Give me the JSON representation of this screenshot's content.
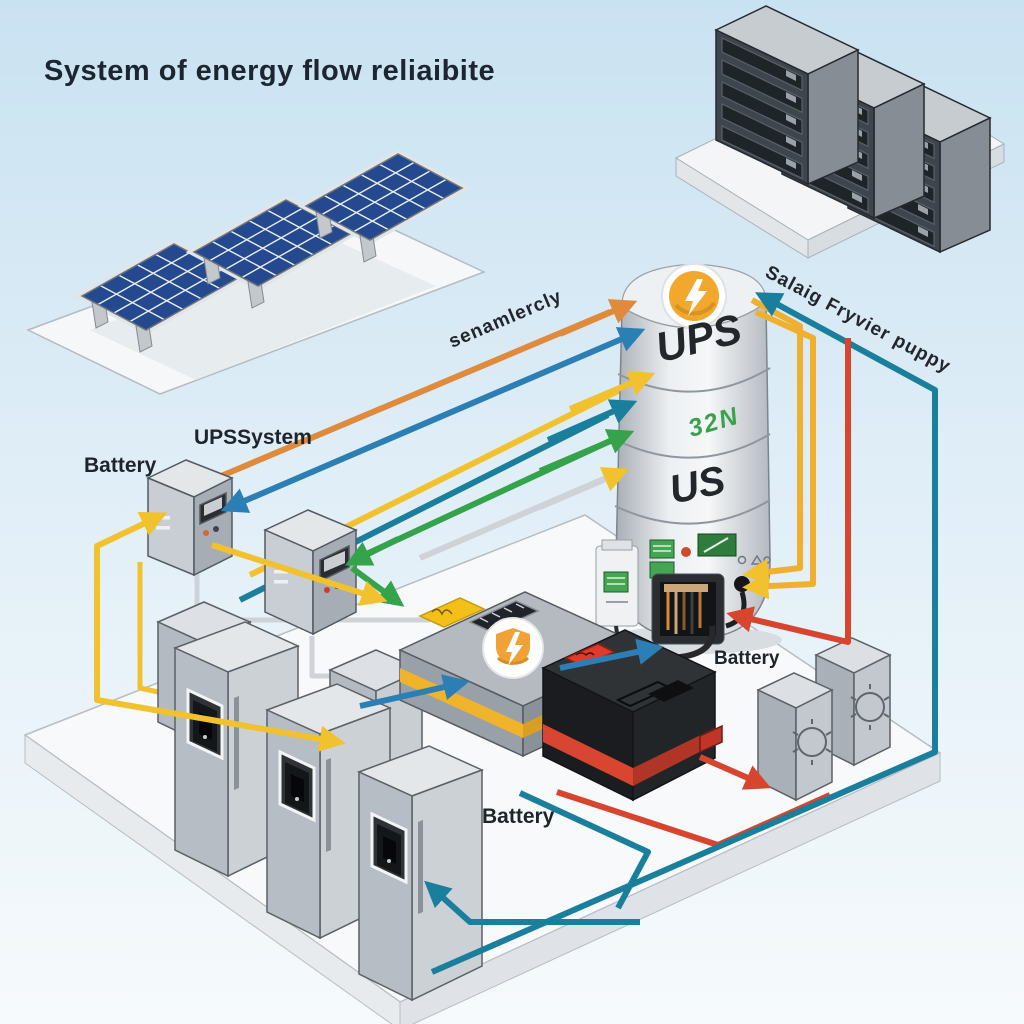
{
  "title": "System of energy flow reliaibite",
  "labels": {
    "battery_left": "Battery",
    "ups_system": "UPSSystem",
    "seamless_note": "senamlercly",
    "solar_supply_note": "Salaig Fryvier puppy",
    "battery_right": "Battery",
    "battery_bottom": "Battery"
  },
  "ups_tower": {
    "brand": "UPS",
    "status_text": "32N",
    "model": "US"
  },
  "icons": {
    "ups_badge": "lightning-icon",
    "inverter_badge": "shield-lightning-icon",
    "gear_boxes": "gear-icon",
    "cabinet_plaques": "equipment-photo-icon"
  },
  "colors": {
    "sky_top": "#C9E2F1",
    "sky_bottom": "#F6FAFC",
    "wire_orange": "#E08A3C",
    "wire_blue": "#2B7FB5",
    "wire_teal": "#1A7F9C",
    "wire_yellow": "#F2C12E",
    "wire_gold": "#F0B02F",
    "wire_green": "#35A24C",
    "wire_red": "#D8452F",
    "wire_gray": "#CFD3D7",
    "solar_cell_blue": "#24498F",
    "status_green": "#3AA24C",
    "battery_red": "#D84632",
    "accent_orange": "#F2A82C"
  }
}
